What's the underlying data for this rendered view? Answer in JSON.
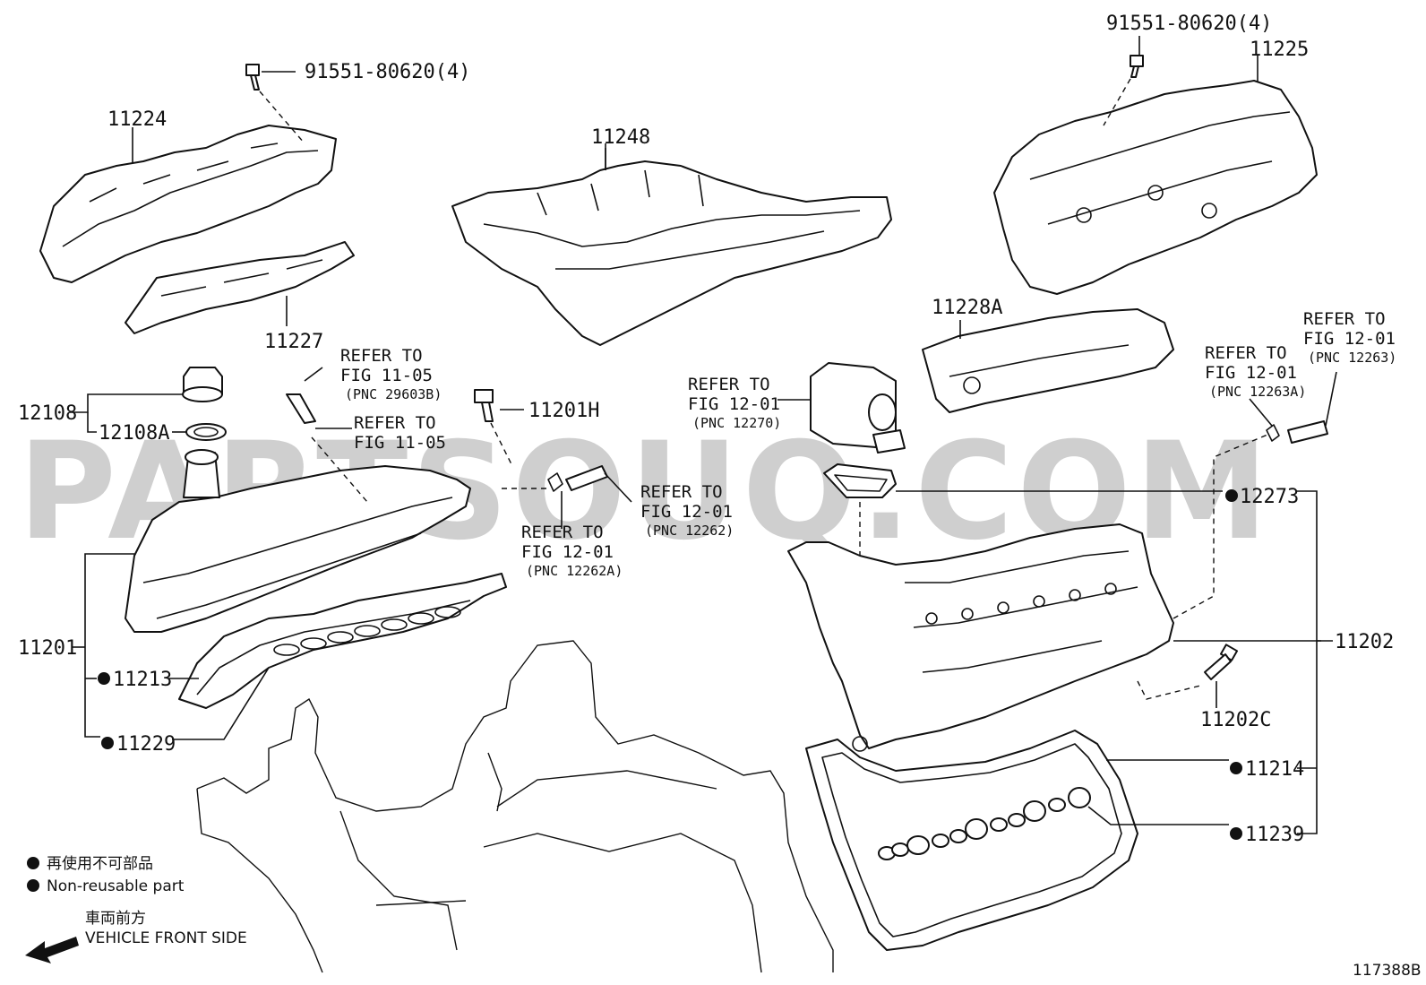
{
  "watermark": "PARTSOUQ.COM",
  "figure_id": "117388B",
  "labels": {
    "bolt_left": "91551-80620(4)",
    "bolt_right": "91551-80620(4)",
    "p11224": "11224",
    "p11225": "11225",
    "p11227": "11227",
    "p11248": "11248",
    "p11228a": "11228A",
    "p12108": "12108",
    "p12108a": "12108A",
    "p11201h": "11201H",
    "p11201": "11201",
    "p11213": "11213",
    "p11229": "11229",
    "p12273": "12273",
    "p11202": "11202",
    "p11202c": "11202C",
    "p11214": "11214",
    "p11239": "11239"
  },
  "refers": {
    "r1": {
      "l1": "REFER TO",
      "l2": "FIG 11-05",
      "l3": "(PNC 29603B)"
    },
    "r2": {
      "l1": "REFER TO",
      "l2": "FIG 11-05"
    },
    "r3": {
      "l1": "REFER TO",
      "l2": "FIG 12-01",
      "l3": "(PNC 12262)"
    },
    "r4": {
      "l1": "REFER TO",
      "l2": "FIG 12-01",
      "l3": "(PNC 12262A)"
    },
    "r5": {
      "l1": "REFER TO",
      "l2": "FIG 12-01",
      "l3": "(PNC 12270)"
    },
    "r6": {
      "l1": "REFER TO",
      "l2": "FIG 12-01",
      "l3": "(PNC 12263A)"
    },
    "r7": {
      "l1": "REFER TO",
      "l2": "FIG 12-01",
      "l3": "(PNC 12263)"
    }
  },
  "legend": {
    "jp": "再使用不可部品",
    "en": "Non-reusable part",
    "front_jp": "車両前方",
    "front_en": "VEHICLE FRONT SIDE"
  }
}
